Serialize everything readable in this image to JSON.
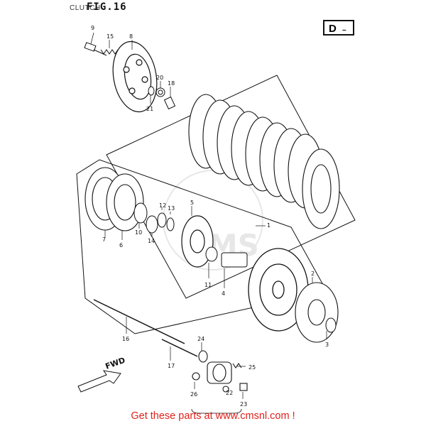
{
  "header": {
    "section": "CLUTCH",
    "figure": "FIG.16"
  },
  "corner_box": {
    "text": "D",
    "mark": "–"
  },
  "direction": {
    "text": "FWD"
  },
  "footer": {
    "text": "Get these parts at www.cmsnl.com !"
  },
  "watermark": {
    "text": "CMS"
  },
  "callouts": [
    "1",
    "2",
    "3",
    "4",
    "5",
    "6",
    "7",
    "8",
    "9",
    "10",
    "11",
    "12",
    "13",
    "14",
    "15",
    "16",
    "17",
    "18",
    "20",
    "21",
    "22",
    "23",
    "24",
    "25",
    "26"
  ],
  "colors": {
    "ink": "#111111",
    "footer": "#e0211b",
    "watermark": "#c8c8c8"
  }
}
